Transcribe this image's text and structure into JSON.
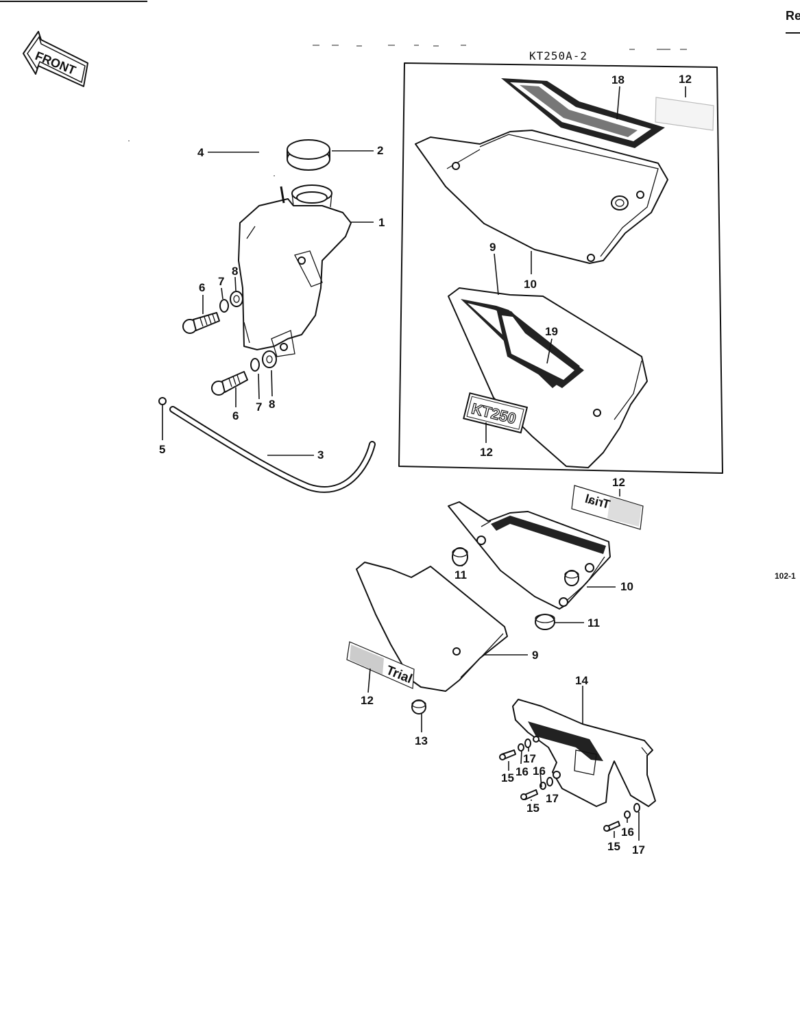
{
  "header": {
    "corner_text": "Re",
    "side_code": "102-1"
  },
  "front_arrow": {
    "label": "FRONT"
  },
  "variant_box": {
    "label": "KT250A-2"
  },
  "decals": {
    "kt250_badge": "KT250",
    "trial_mirrored": "Trial",
    "trial": "Trial"
  },
  "callouts": {
    "c1": "1",
    "c2": "2",
    "c3": "3",
    "c4": "4",
    "c5": "5",
    "c6a": "6",
    "c6b": "6",
    "c7a": "7",
    "c7b": "7",
    "c8a": "8",
    "c8b": "8",
    "c9a": "9",
    "c9b": "9",
    "c10a": "10",
    "c10b": "10",
    "c11a": "11",
    "c11b": "11",
    "c12a": "12",
    "c12b": "12",
    "c12c": "12",
    "c12d": "12",
    "c13": "13",
    "c14": "14",
    "c15a": "15",
    "c15b": "15",
    "c15c": "15",
    "c16a": "16",
    "c16b": "16",
    "c16c": "16",
    "c17a": "17",
    "c17b": "17",
    "c17c": "17",
    "c18": "18",
    "c19": "19"
  }
}
